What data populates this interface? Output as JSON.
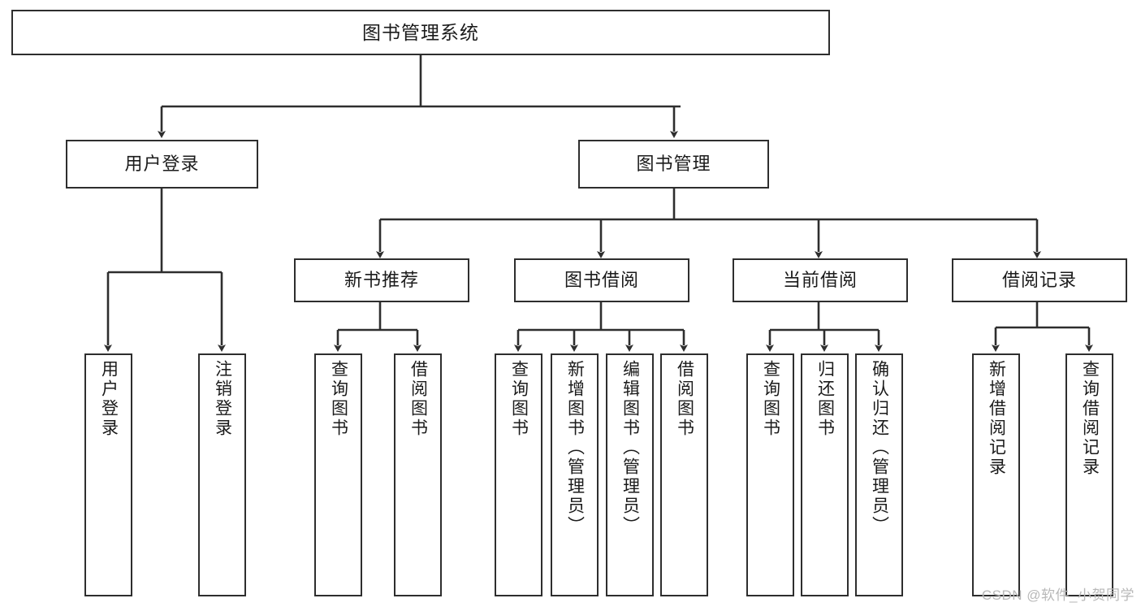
{
  "diagram": {
    "type": "tree-hierarchy-chart",
    "title": "图书管理系统",
    "colors": {
      "box_border": "#2e2e2e",
      "box_fill": "#ffffff",
      "edge": "#2e2e2e",
      "text": "#1b1b1b",
      "watermark": "#b8b8b8"
    },
    "levels": {
      "root": {
        "label": "图书管理系统"
      },
      "level2": [
        {
          "id": "user-login",
          "label": "用户登录"
        },
        {
          "id": "book-manage",
          "label": "图书管理"
        }
      ],
      "level3": [
        {
          "id": "new-book-recommend",
          "label": "新书推荐",
          "parent": "book-manage"
        },
        {
          "id": "book-borrow",
          "label": "图书借阅",
          "parent": "book-manage"
        },
        {
          "id": "current-borrow",
          "label": "当前借阅",
          "parent": "book-manage"
        },
        {
          "id": "borrow-record",
          "label": "借阅记录",
          "parent": "book-manage"
        }
      ],
      "leaves": [
        {
          "id": "leaf-user-login",
          "label": "用户登录",
          "parent": "user-login"
        },
        {
          "id": "leaf-logout",
          "label": "注销登录",
          "parent": "user-login"
        },
        {
          "id": "leaf-query-book-1",
          "label": "查询图书",
          "parent": "new-book-recommend"
        },
        {
          "id": "leaf-borrow-book-1",
          "label": "借阅图书",
          "parent": "new-book-recommend"
        },
        {
          "id": "leaf-query-book-2",
          "label": "查询图书",
          "parent": "book-borrow"
        },
        {
          "id": "leaf-add-book",
          "label": "新增图书（管理员）",
          "parent": "book-borrow"
        },
        {
          "id": "leaf-edit-book",
          "label": "编辑图书（管理员）",
          "parent": "book-borrow"
        },
        {
          "id": "leaf-borrow-book-2",
          "label": "借阅图书",
          "parent": "book-borrow"
        },
        {
          "id": "leaf-query-book-3",
          "label": "查询图书",
          "parent": "current-borrow"
        },
        {
          "id": "leaf-return-book",
          "label": "归还图书",
          "parent": "current-borrow"
        },
        {
          "id": "leaf-confirm-return",
          "label": "确认归还（管理员）",
          "parent": "current-borrow"
        },
        {
          "id": "leaf-add-record",
          "label": "新增借阅记录",
          "parent": "borrow-record"
        },
        {
          "id": "leaf-query-record",
          "label": "查询借阅记录",
          "parent": "borrow-record"
        }
      ]
    }
  },
  "watermark": {
    "text": "CSDN @软件_小贺同学"
  }
}
